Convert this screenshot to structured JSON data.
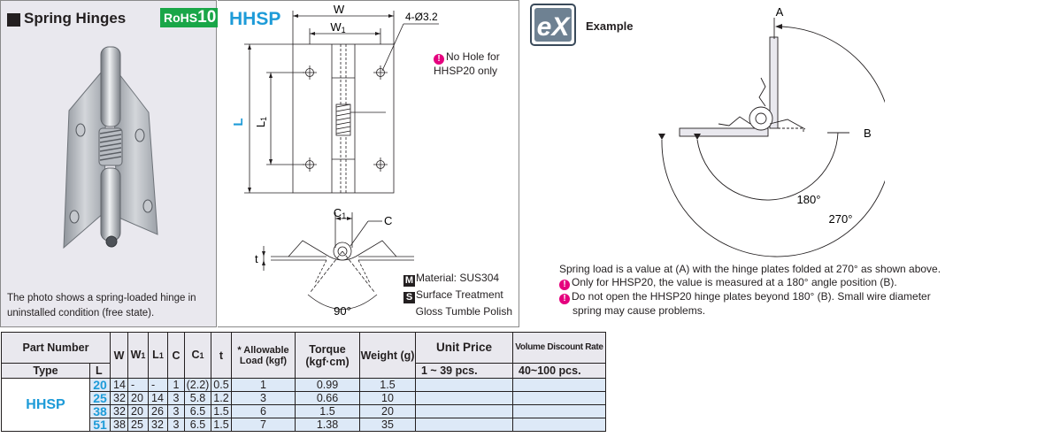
{
  "product": {
    "title": "Spring Hinges",
    "rohs_prefix": "RoHS",
    "rohs_number": "10",
    "series": "HHSP",
    "photo_caption": "The photo shows a spring-loaded hinge in uninstalled condition (free state)."
  },
  "drawing": {
    "dim_w": "W",
    "dim_w1": "W",
    "dim_w1_sub": "1",
    "dim_l": "L",
    "dim_l1": "L",
    "dim_l1_sub": "1",
    "dim_holes": "4-Ø3.2",
    "dim_c1": "C",
    "dim_c1_sub": "1",
    "dim_c": "C",
    "dim_t": "t",
    "angle_90": "90°",
    "no_hole_note": "No Hole for HHSP20 only",
    "material_mark": "M",
    "material": "Material: SUS304",
    "surface_mark": "S",
    "surface_label": "Surface Treatment",
    "surface_value": "Gloss Tumble Polish"
  },
  "example": {
    "badge": "eX",
    "label": "Example",
    "point_a": "A",
    "point_b": "B",
    "angle_180": "180°",
    "angle_270": "270°",
    "note_1": "Spring load is a value at (A) with the hinge plates folded at 270° as shown above.",
    "note_2": "Only for HHSP20, the value is measured at a 180° angle position (B).",
    "note_3_a": "Do not open the HHSP20 hinge plates beyond 180° (B). Small wire diameter",
    "note_3_b": "spring may cause problems."
  },
  "table": {
    "headers": {
      "part_number": "Part Number",
      "type": "Type",
      "l": "L",
      "w": "W",
      "w1": "W",
      "w1_sub": "1",
      "l1": "L",
      "l1_sub": "1",
      "c": "C",
      "c1": "C",
      "c1_sub": "1",
      "t": "t",
      "allowable_load": "* Allowable Load (kgf)",
      "torque": "Torque (kgf·cm)",
      "weight": "Weight (g)",
      "unit_price": "Unit Price",
      "volume_discount": "Volume Discount Rate",
      "qty_1": "1 ~ 39 pcs.",
      "qty_2": "40~100 pcs."
    },
    "type": "HHSP",
    "rows": [
      {
        "l": "20",
        "w": "14",
        "w1": "-",
        "l1": "-",
        "c": "1",
        "c1": "(2.2)",
        "t": "0.5",
        "load": "1",
        "torque": "0.99",
        "weight": "1.5"
      },
      {
        "l": "25",
        "w": "32",
        "w1": "20",
        "l1": "14",
        "c": "3",
        "c1": "5.8",
        "t": "1.2",
        "load": "3",
        "torque": "0.66",
        "weight": "10"
      },
      {
        "l": "38",
        "w": "32",
        "w1": "20",
        "l1": "26",
        "c": "3",
        "c1": "6.5",
        "t": "1.5",
        "load": "6",
        "torque": "1.5",
        "weight": "20"
      },
      {
        "l": "51",
        "w": "38",
        "w1": "25",
        "l1": "32",
        "c": "3",
        "c1": "6.5",
        "t": "1.5",
        "load": "7",
        "torque": "1.38",
        "weight": "35"
      }
    ]
  },
  "colors": {
    "accent_blue": "#1d9bd8",
    "rohs_green": "#19a648",
    "warning_pink": "#e5007e",
    "table_fill": "#dde9f7",
    "panel_gray": "#e9e8ee"
  }
}
